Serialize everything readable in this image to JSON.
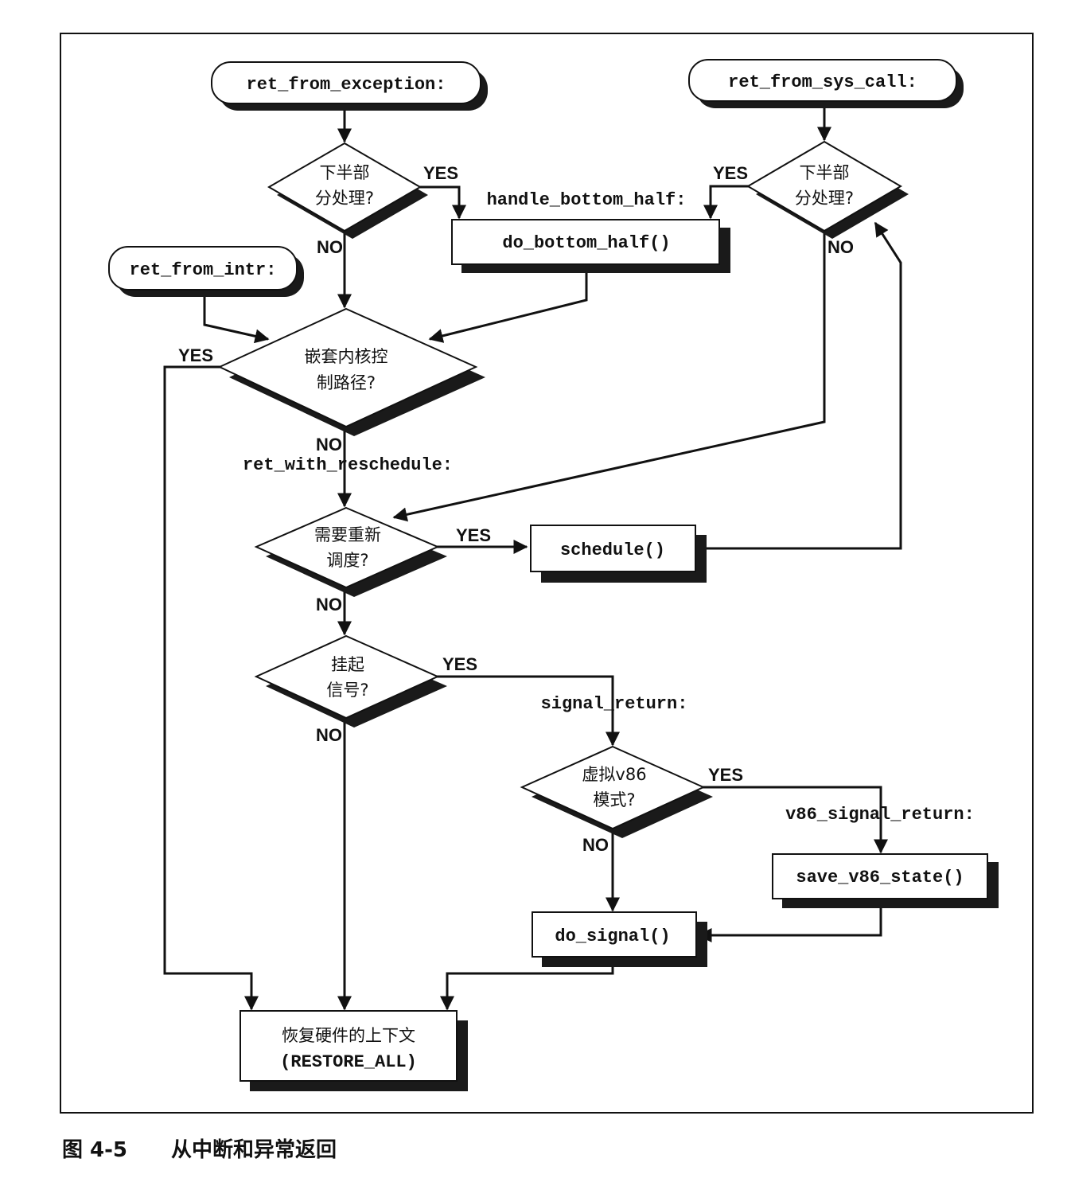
{
  "terminals": {
    "ret_from_exception": "ret_from_exception:",
    "ret_from_sys_call": "ret_from_sys_call:",
    "ret_from_intr": "ret_from_intr:"
  },
  "labels": {
    "handle_bottom_half": "handle_bottom_half:",
    "ret_with_reschedule": "ret_with_reschedule:",
    "signal_return": "signal_return:",
    "v86_signal_return": "v86_signal_return:"
  },
  "decisions": {
    "bottom_half_left": [
      "下半部",
      "分处理?"
    ],
    "bottom_half_right": [
      "下半部",
      "分处理?"
    ],
    "nested_kernel": [
      "嵌套内核控",
      "制路径?"
    ],
    "need_resched": [
      "需要重新",
      "调度?"
    ],
    "pending_signal": [
      "挂起",
      "信号?"
    ],
    "vm86_mode": [
      "虚拟v86",
      "模式?"
    ]
  },
  "processes": {
    "do_bottom_half": "do_bottom_half()",
    "schedule": "schedule()",
    "save_v86_state": "save_v86_state()",
    "do_signal": "do_signal()",
    "restore": [
      "恢复硬件的上下文",
      "(RESTORE_ALL)"
    ]
  },
  "branch": {
    "yes": "YES",
    "no": "NO"
  },
  "caption": {
    "number": "图 4-5",
    "title": "从中断和异常返回"
  }
}
